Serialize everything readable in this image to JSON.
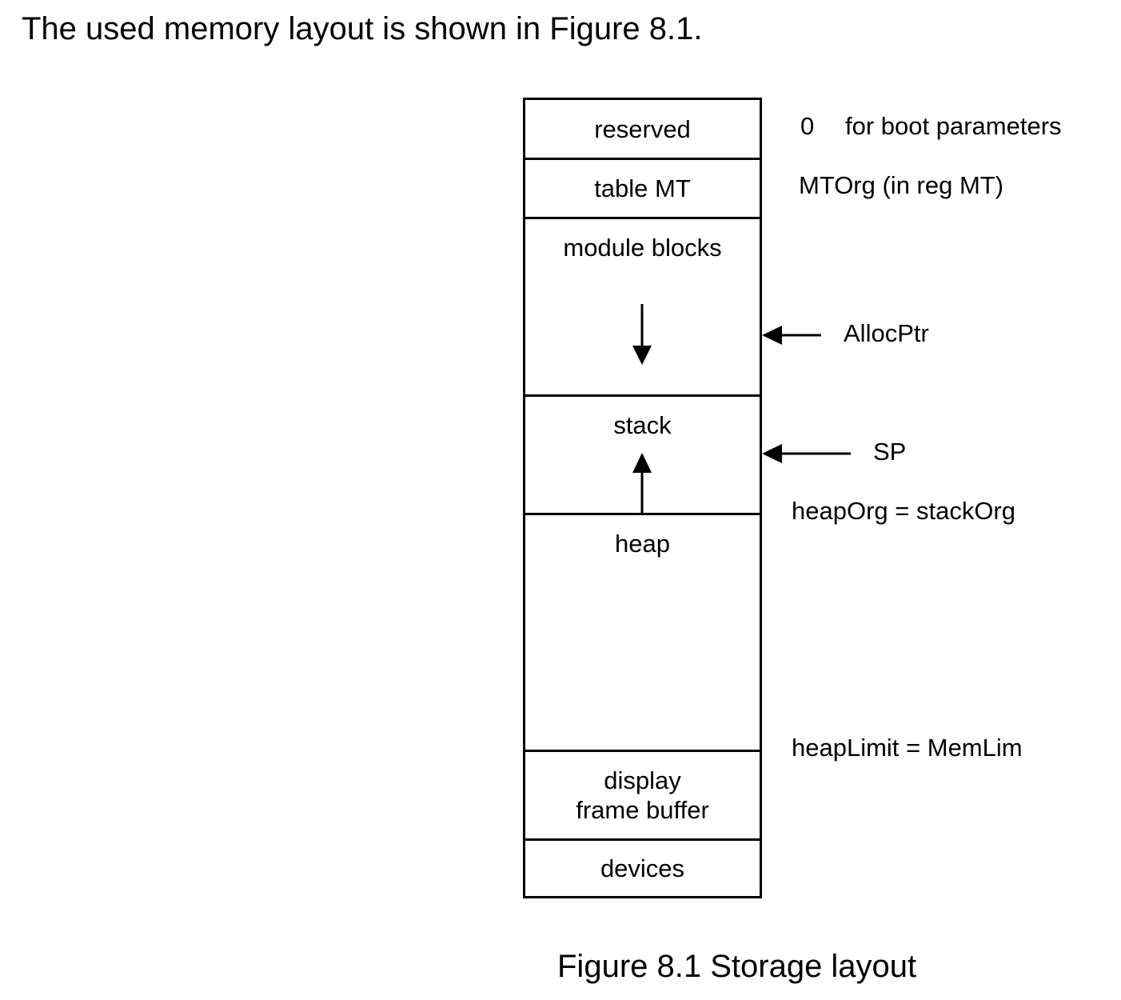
{
  "intro_text": "The used memory layout is shown in Figure 8.1.",
  "diagram": {
    "segments": {
      "reserved": "reserved",
      "table_mt": "table MT",
      "module_blocks": "module blocks",
      "stack": "stack",
      "heap": "heap",
      "display_line1": "display",
      "display_line2": "frame buffer",
      "devices": "devices"
    },
    "annotations": {
      "zero": "0",
      "boot_params": "for boot parameters",
      "mtorg": "MTOrg (in reg MT)",
      "allocptr": "AllocPtr",
      "sp": "SP",
      "heaporg": "heapOrg = stackOrg",
      "heaplimit": "heapLimit = MemLim"
    }
  },
  "caption": "Figure 8.1  Storage layout"
}
